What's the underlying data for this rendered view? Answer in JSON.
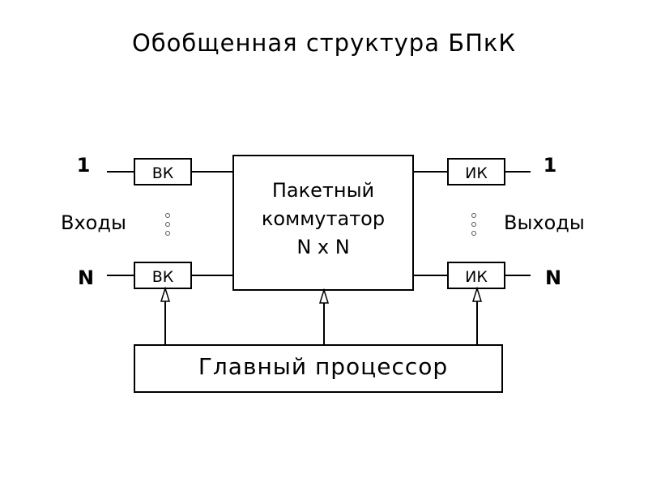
{
  "title": "Обобщенная структура БПкК",
  "inputs": {
    "label": "Входы",
    "first_index": "1",
    "last_index": "N",
    "block_label": "ВК"
  },
  "outputs": {
    "label": "Выходы",
    "first_index": "1",
    "last_index": "N",
    "block_label": "ИК"
  },
  "switch": {
    "line1": "Пакетный",
    "line2": "коммутатор",
    "line3": "N x N"
  },
  "processor": {
    "label": "Главный процессор"
  }
}
